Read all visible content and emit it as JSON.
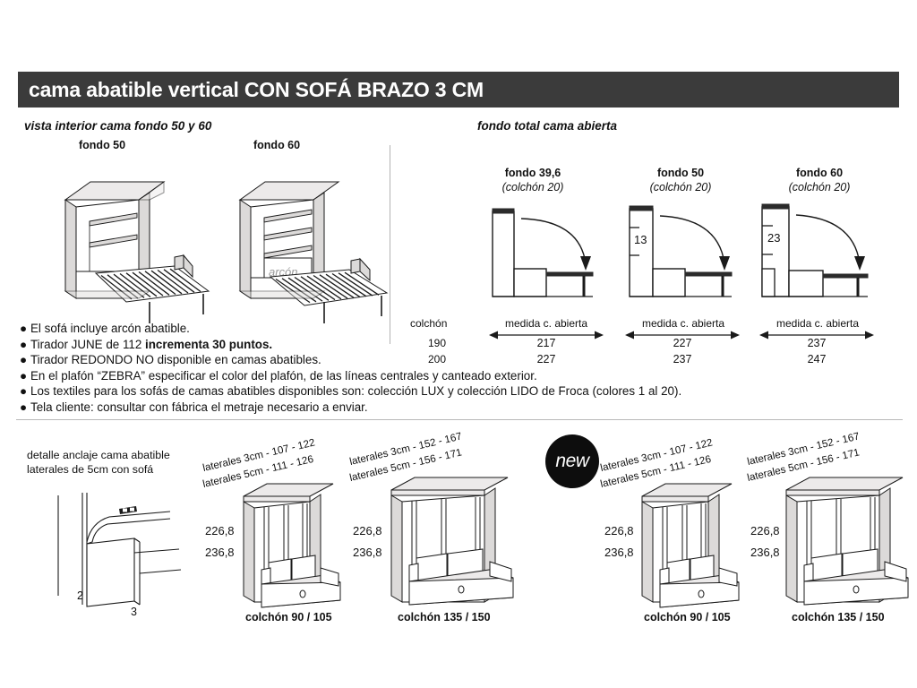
{
  "header": {
    "title": "cama abatible vertical CON SOFÁ BRAZO 3 CM"
  },
  "sections": {
    "interior_view_caption": "vista interior cama fondo 50 y 60",
    "total_depth_caption": "fondo total cama abierta",
    "fondo_50_label": "fondo 50",
    "fondo_60_label": "fondo 60",
    "arcon_label": "arcón"
  },
  "bullets": [
    {
      "text": "El sofá incluye arcón abatible.",
      "bold": ""
    },
    {
      "text": "Tirador JUNE de 112 ",
      "bold": "incrementa 30 puntos."
    },
    {
      "text": "Tirador REDONDO NO disponible en camas abatibles.",
      "bold": ""
    },
    {
      "text": "En el plafón “ZEBRA” especificar el color del plafón, de las líneas centrales y canteado exterior.",
      "bold": ""
    },
    {
      "text": "Los textiles para los sofás de camas abatibles disponibles son: colección LUX y colección LIDO de Froca (colores 1 al 20).",
      "bold": ""
    },
    {
      "text": "Tela cliente: consultar con fábrica el metraje necesario a enviar.",
      "bold": ""
    }
  ],
  "depth_table": {
    "row_header_label": "colchón",
    "mattress_rows": [
      "190",
      "200"
    ],
    "measure_label": "medida c. abierta",
    "columns": [
      {
        "title": "fondo 39,6",
        "subtitle": "(colchón 20)",
        "inner_mark": "",
        "open_measures": [
          "217",
          "227"
        ]
      },
      {
        "title": "fondo 50",
        "subtitle": "(colchón 20)",
        "inner_mark": "13",
        "open_measures": [
          "227",
          "237"
        ]
      },
      {
        "title": "fondo 60",
        "subtitle": "(colchón 20)",
        "inner_mark": "23",
        "open_measures": [
          "237",
          "247"
        ]
      }
    ]
  },
  "anchor_detail": {
    "line1": "detalle anclaje cama abatible",
    "line2": "laterales de 5cm con sofá",
    "callout_2": "2",
    "callout_3": "3"
  },
  "new_badge": {
    "label": "new"
  },
  "bottom_groups": [
    {
      "slant_line1": "laterales 3cm - 107 - 122",
      "slant_line2": "laterales 5cm - 111 - 126",
      "height_1": "226,8",
      "height_2": "236,8",
      "caption": "colchón 90 / 105"
    },
    {
      "slant_line1": "laterales 3cm - 152 - 167",
      "slant_line2": "laterales 5cm - 156 - 171",
      "height_1": "226,8",
      "height_2": "236,8",
      "caption": "colchón 135 / 150"
    },
    {
      "slant_line1": "laterales 3cm - 107 - 122",
      "slant_line2": "laterales 5cm - 111 - 126",
      "height_1": "226,8",
      "height_2": "236,8",
      "caption": "colchón 90 / 105"
    },
    {
      "slant_line1": "laterales 3cm - 152 - 167",
      "slant_line2": "laterales 5cm - 156 - 171",
      "height_1": "226,8",
      "height_2": "236,8",
      "caption": "colchón 135 / 150"
    }
  ],
  "colors": {
    "header_bg": "#3b3b3b",
    "header_text": "#ffffff",
    "badge_bg": "#0d0d0d",
    "line": "#1a1a1a",
    "divider": "#b4b4b4"
  }
}
